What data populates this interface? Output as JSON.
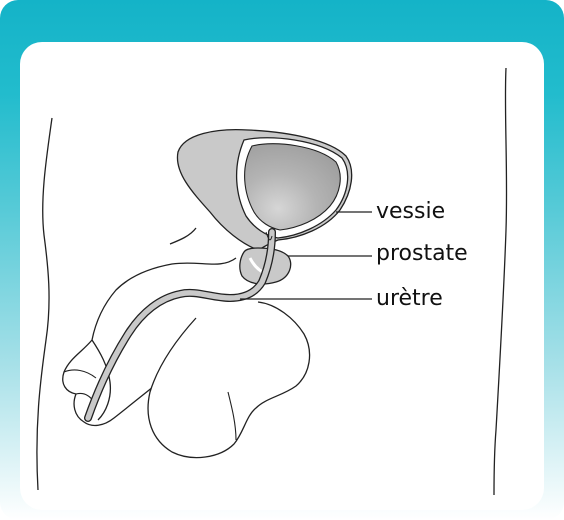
{
  "labels": {
    "vessie": "vessie",
    "prostate": "prostate",
    "uretre": "urètre"
  },
  "colors": {
    "frame_top": "#14b3c8",
    "frame_bottom": "#ffffff",
    "organ_fill": "#c8c8c8",
    "organ_inner": "#a9a9a9",
    "outline": "#222222"
  }
}
